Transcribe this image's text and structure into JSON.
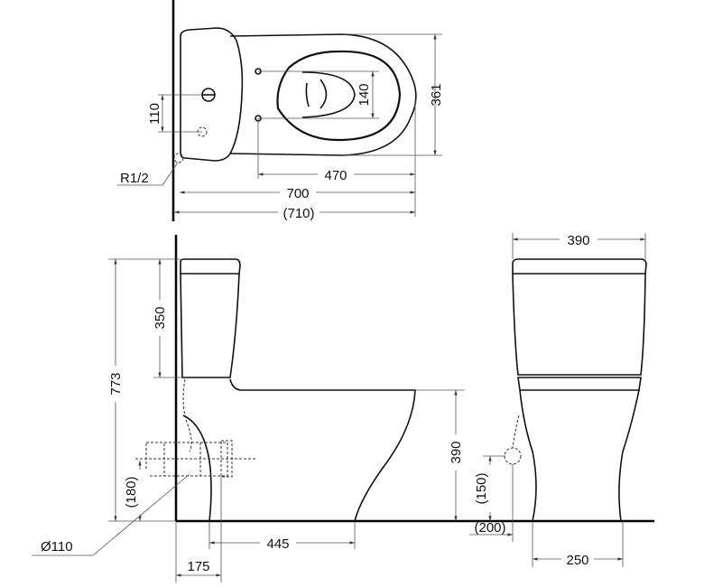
{
  "top_view": {
    "width": "361",
    "seat_holes": "140",
    "inlet_offset": "110",
    "inlet_thread": "R1/2",
    "hole_to_front": "470",
    "length": "700",
    "length_alt": "(710)"
  },
  "side_view": {
    "total_height": "773",
    "tank_height": "350",
    "seat_height": "390",
    "outlet_height": "(180)",
    "outlet_diameter": "Ø110",
    "outlet_to_front": "445",
    "wall_to_outlet": "175"
  },
  "front_view": {
    "tank_width": "390",
    "inlet_height": "(150)",
    "inlet_side": "(200)",
    "base_width": "250"
  }
}
